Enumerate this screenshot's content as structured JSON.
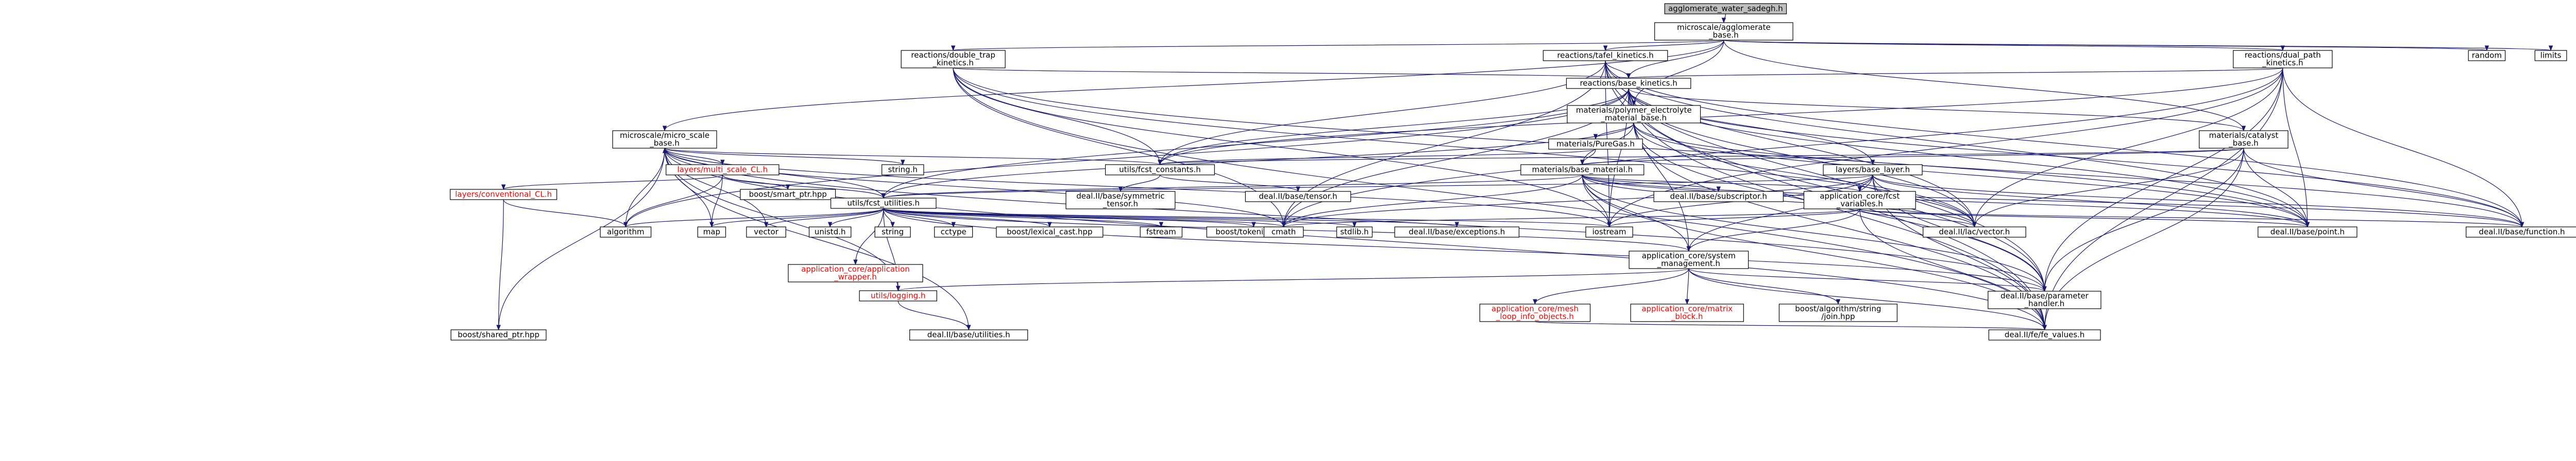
{
  "colors": {
    "root_fill": "#bfbfbf",
    "node_fill": "#ffffff",
    "node_border": "#000000",
    "missing_node_border": "#bfbfbf",
    "link_text": "#ff0000",
    "edge": "#191970"
  },
  "nodes": [
    {
      "id": "root",
      "lines": [
        "agglomerate_water_sadegh.h"
      ],
      "kind": "root"
    },
    {
      "id": "agg",
      "lines": [
        "microscale/agglomerate",
        "_base.h"
      ],
      "kind": "normal"
    },
    {
      "id": "double_trap",
      "lines": [
        "reactions/double_trap",
        "_kinetics.h"
      ],
      "kind": "normal"
    },
    {
      "id": "tafel",
      "lines": [
        "reactions/tafel_kinetics.h"
      ],
      "kind": "normal"
    },
    {
      "id": "dual_path",
      "lines": [
        "reactions/dual_path",
        "_kinetics.h"
      ],
      "kind": "normal"
    },
    {
      "id": "random",
      "lines": [
        "random"
      ],
      "kind": "missing"
    },
    {
      "id": "limits",
      "lines": [
        "limits"
      ],
      "kind": "missing"
    },
    {
      "id": "base_kinetics",
      "lines": [
        "reactions/base_kinetics.h"
      ],
      "kind": "normal"
    },
    {
      "id": "polymer",
      "lines": [
        "materials/polymer_electrolyte",
        "_material_base.h"
      ],
      "kind": "normal"
    },
    {
      "id": "micro_scale",
      "lines": [
        "microscale/micro_scale",
        "_base.h"
      ],
      "kind": "normal"
    },
    {
      "id": "puregas",
      "lines": [
        "materials/PureGas.h"
      ],
      "kind": "normal"
    },
    {
      "id": "catalyst",
      "lines": [
        "materials/catalyst",
        "_base.h"
      ],
      "kind": "normal"
    },
    {
      "id": "multi_scale",
      "lines": [
        "layers/multi_scale_CL.h"
      ],
      "kind": "red"
    },
    {
      "id": "string_h",
      "lines": [
        "string.h"
      ],
      "kind": "missing"
    },
    {
      "id": "fcst_constants",
      "lines": [
        "utils/fcst_constants.h"
      ],
      "kind": "normal"
    },
    {
      "id": "base_material",
      "lines": [
        "materials/base_material.h"
      ],
      "kind": "normal"
    },
    {
      "id": "base_layer",
      "lines": [
        "layers/base_layer.h"
      ],
      "kind": "normal"
    },
    {
      "id": "conventional",
      "lines": [
        "layers/conventional_CL.h"
      ],
      "kind": "red"
    },
    {
      "id": "smart_ptr",
      "lines": [
        "boost/smart_ptr.hpp"
      ],
      "kind": "missing"
    },
    {
      "id": "fcst_utilities",
      "lines": [
        "utils/fcst_utilities.h"
      ],
      "kind": "normal"
    },
    {
      "id": "sym_tensor",
      "lines": [
        "deal.II/base/symmetric",
        "_tensor.h"
      ],
      "kind": "missing"
    },
    {
      "id": "tensor",
      "lines": [
        "deal.II/base/tensor.h"
      ],
      "kind": "missing"
    },
    {
      "id": "subscriptor",
      "lines": [
        "deal.II/base/subscriptor.h"
      ],
      "kind": "missing"
    },
    {
      "id": "fcst_variables",
      "lines": [
        "application_core/fcst",
        "_variables.h"
      ],
      "kind": "normal"
    },
    {
      "id": "algorithm",
      "lines": [
        "algorithm"
      ],
      "kind": "missing"
    },
    {
      "id": "map",
      "lines": [
        "map"
      ],
      "kind": "missing"
    },
    {
      "id": "vector",
      "lines": [
        "vector"
      ],
      "kind": "missing"
    },
    {
      "id": "unistd",
      "lines": [
        "unistd.h"
      ],
      "kind": "missing"
    },
    {
      "id": "string",
      "lines": [
        "string"
      ],
      "kind": "missing"
    },
    {
      "id": "cctype",
      "lines": [
        "cctype"
      ],
      "kind": "missing"
    },
    {
      "id": "lexical_cast",
      "lines": [
        "boost/lexical_cast.hpp"
      ],
      "kind": "missing"
    },
    {
      "id": "fstream",
      "lines": [
        "fstream"
      ],
      "kind": "missing"
    },
    {
      "id": "tokenizer",
      "lines": [
        "boost/tokenizer.hpp"
      ],
      "kind": "missing"
    },
    {
      "id": "stdlib",
      "lines": [
        "stdlib.h"
      ],
      "kind": "missing"
    },
    {
      "id": "exceptions",
      "lines": [
        "deal.II/base/exceptions.h"
      ],
      "kind": "missing"
    },
    {
      "id": "app_wrapper",
      "lines": [
        "application_core/application",
        "_wrapper.h"
      ],
      "kind": "red"
    },
    {
      "id": "cmath",
      "lines": [
        "cmath"
      ],
      "kind": "missing"
    },
    {
      "id": "iostream",
      "lines": [
        "iostream"
      ],
      "kind": "missing"
    },
    {
      "id": "dealvector",
      "lines": [
        "deal.II/lac/vector.h"
      ],
      "kind": "missing"
    },
    {
      "id": "point",
      "lines": [
        "deal.II/base/point.h"
      ],
      "kind": "missing"
    },
    {
      "id": "function",
      "lines": [
        "deal.II/base/function.h"
      ],
      "kind": "missing"
    },
    {
      "id": "sys_mgmt",
      "lines": [
        "application_core/system",
        "_management.h"
      ],
      "kind": "normal"
    },
    {
      "id": "logging",
      "lines": [
        "utils/logging.h"
      ],
      "kind": "red"
    },
    {
      "id": "param_handler",
      "lines": [
        "deal.II/base/parameter",
        "_handler.h"
      ],
      "kind": "missing"
    },
    {
      "id": "mesh_loop",
      "lines": [
        "application_core/mesh",
        "_loop_info_objects.h"
      ],
      "kind": "red"
    },
    {
      "id": "matrix_block",
      "lines": [
        "application_core/matrix",
        "_block.h"
      ],
      "kind": "red"
    },
    {
      "id": "split",
      "lines": [
        "boost/algorithm/string",
        "/join.hpp"
      ],
      "kind": "missing"
    },
    {
      "id": "shared_ptr",
      "lines": [
        "boost/shared_ptr.hpp"
      ],
      "kind": "missing"
    },
    {
      "id": "utilities",
      "lines": [
        "deal.II/base/utilities.h"
      ],
      "kind": "missing"
    },
    {
      "id": "fe_values",
      "lines": [
        "deal.II/fe/fe_values.h"
      ],
      "kind": "missing"
    }
  ],
  "edges": [
    [
      "root",
      "agg"
    ],
    [
      "agg",
      "double_trap"
    ],
    [
      "agg",
      "tafel"
    ],
    [
      "agg",
      "dual_path"
    ],
    [
      "agg",
      "random"
    ],
    [
      "agg",
      "limits"
    ],
    [
      "agg",
      "base_kinetics"
    ],
    [
      "agg",
      "polymer"
    ],
    [
      "agg",
      "micro_scale"
    ],
    [
      "agg",
      "catalyst"
    ],
    [
      "double_trap",
      "base_kinetics"
    ],
    [
      "double_trap",
      "fcst_constants"
    ],
    [
      "double_trap",
      "cmath"
    ],
    [
      "double_trap",
      "iostream"
    ],
    [
      "double_trap",
      "dealvector"
    ],
    [
      "double_trap",
      "point"
    ],
    [
      "double_trap",
      "fe_values"
    ],
    [
      "tafel",
      "base_kinetics"
    ],
    [
      "tafel",
      "fcst_constants"
    ],
    [
      "tafel",
      "cmath"
    ],
    [
      "tafel",
      "iostream"
    ],
    [
      "tafel",
      "dealvector"
    ],
    [
      "tafel",
      "point"
    ],
    [
      "tafel",
      "function"
    ],
    [
      "tafel",
      "param_handler"
    ],
    [
      "tafel",
      "fe_values"
    ],
    [
      "dual_path",
      "base_kinetics"
    ],
    [
      "dual_path",
      "fcst_constants"
    ],
    [
      "dual_path",
      "cmath"
    ],
    [
      "dual_path",
      "iostream"
    ],
    [
      "dual_path",
      "dealvector"
    ],
    [
      "dual_path",
      "point"
    ],
    [
      "dual_path",
      "function"
    ],
    [
      "dual_path",
      "param_handler"
    ],
    [
      "dual_path",
      "fe_values"
    ],
    [
      "base_kinetics",
      "polymer"
    ],
    [
      "base_kinetics",
      "catalyst"
    ],
    [
      "base_kinetics",
      "base_layer"
    ],
    [
      "base_kinetics",
      "fcst_constants"
    ],
    [
      "base_kinetics",
      "fcst_utilities"
    ],
    [
      "base_kinetics",
      "sys_mgmt"
    ],
    [
      "base_kinetics",
      "algorithm"
    ],
    [
      "base_kinetics",
      "cmath"
    ],
    [
      "base_kinetics",
      "iostream"
    ],
    [
      "base_kinetics",
      "dealvector"
    ],
    [
      "base_kinetics",
      "point"
    ],
    [
      "base_kinetics",
      "function"
    ],
    [
      "base_kinetics",
      "param_handler"
    ],
    [
      "base_kinetics",
      "fe_values"
    ],
    [
      "polymer",
      "puregas"
    ],
    [
      "polymer",
      "base_material"
    ],
    [
      "polymer",
      "fcst_utilities"
    ],
    [
      "polymer",
      "dealvector"
    ],
    [
      "polymer",
      "point"
    ],
    [
      "polymer",
      "function"
    ],
    [
      "polymer",
      "param_handler"
    ],
    [
      "polymer",
      "fe_values"
    ],
    [
      "puregas",
      "base_material"
    ],
    [
      "puregas",
      "fcst_constants"
    ],
    [
      "catalyst",
      "base_material"
    ],
    [
      "catalyst",
      "fcst_constants"
    ],
    [
      "catalyst",
      "dealvector"
    ],
    [
      "catalyst",
      "point"
    ],
    [
      "catalyst",
      "function"
    ],
    [
      "catalyst",
      "param_handler"
    ],
    [
      "catalyst",
      "fe_values"
    ],
    [
      "micro_scale",
      "multi_scale"
    ],
    [
      "micro_scale",
      "string_h"
    ],
    [
      "micro_scale",
      "fcst_constants"
    ],
    [
      "micro_scale",
      "fcst_utilities"
    ],
    [
      "micro_scale",
      "algorithm"
    ],
    [
      "micro_scale",
      "map"
    ],
    [
      "micro_scale",
      "vector"
    ],
    [
      "micro_scale",
      "cmath"
    ],
    [
      "micro_scale",
      "iostream"
    ],
    [
      "micro_scale",
      "param_handler"
    ],
    [
      "micro_scale",
      "fe_values"
    ],
    [
      "micro_scale",
      "shared_ptr"
    ],
    [
      "micro_scale",
      "utilities"
    ],
    [
      "micro_scale",
      "logging"
    ],
    [
      "multi_scale",
      "micro_scale"
    ],
    [
      "multi_scale",
      "conventional"
    ],
    [
      "multi_scale",
      "smart_ptr"
    ],
    [
      "multi_scale",
      "fcst_utilities"
    ],
    [
      "multi_scale",
      "algorithm"
    ],
    [
      "multi_scale",
      "map"
    ],
    [
      "conventional",
      "algorithm"
    ],
    [
      "conventional",
      "shared_ptr"
    ],
    [
      "fcst_constants",
      "sym_tensor"
    ],
    [
      "fcst_constants",
      "tensor"
    ],
    [
      "base_material",
      "subscriptor"
    ],
    [
      "base_material",
      "fcst_variables"
    ],
    [
      "base_material",
      "sys_mgmt"
    ],
    [
      "base_material",
      "fcst_utilities"
    ],
    [
      "base_material",
      "cmath"
    ],
    [
      "base_material",
      "iostream"
    ],
    [
      "base_material",
      "dealvector"
    ],
    [
      "base_material",
      "point"
    ],
    [
      "base_material",
      "function"
    ],
    [
      "base_material",
      "param_handler"
    ],
    [
      "base_material",
      "fe_values"
    ],
    [
      "base_layer",
      "fcst_variables"
    ],
    [
      "base_layer",
      "sys_mgmt"
    ],
    [
      "base_layer",
      "fcst_utilities"
    ],
    [
      "base_layer",
      "cmath"
    ],
    [
      "base_layer",
      "iostream"
    ],
    [
      "base_layer",
      "dealvector"
    ],
    [
      "base_layer",
      "point"
    ],
    [
      "base_layer",
      "function"
    ],
    [
      "base_layer",
      "param_handler"
    ],
    [
      "base_layer",
      "fe_values"
    ],
    [
      "fcst_variables",
      "sys_mgmt"
    ],
    [
      "fcst_variables",
      "cmath"
    ],
    [
      "fcst_variables",
      "iostream"
    ],
    [
      "fcst_variables",
      "dealvector"
    ],
    [
      "fcst_variables",
      "point"
    ],
    [
      "fcst_variables",
      "function"
    ],
    [
      "fcst_variables",
      "fe_values"
    ],
    [
      "fcst_utilities",
      "algorithm"
    ],
    [
      "fcst_utilities",
      "map"
    ],
    [
      "fcst_utilities",
      "vector"
    ],
    [
      "fcst_utilities",
      "unistd"
    ],
    [
      "fcst_utilities",
      "string"
    ],
    [
      "fcst_utilities",
      "cctype"
    ],
    [
      "fcst_utilities",
      "lexical_cast"
    ],
    [
      "fcst_utilities",
      "fstream"
    ],
    [
      "fcst_utilities",
      "tokenizer"
    ],
    [
      "fcst_utilities",
      "stdlib"
    ],
    [
      "fcst_utilities",
      "exceptions"
    ],
    [
      "fcst_utilities",
      "app_wrapper"
    ],
    [
      "fcst_utilities",
      "cmath"
    ],
    [
      "fcst_utilities",
      "iostream"
    ],
    [
      "fcst_utilities",
      "sys_mgmt"
    ],
    [
      "fcst_utilities",
      "logging"
    ],
    [
      "fcst_utilities",
      "param_handler"
    ],
    [
      "sys_mgmt",
      "logging"
    ],
    [
      "sys_mgmt",
      "param_handler"
    ],
    [
      "sys_mgmt",
      "mesh_loop"
    ],
    [
      "sys_mgmt",
      "matrix_block"
    ],
    [
      "sys_mgmt",
      "split"
    ],
    [
      "sys_mgmt",
      "fe_values"
    ],
    [
      "logging",
      "utilities"
    ],
    [
      "mesh_loop",
      "fe_values"
    ]
  ]
}
